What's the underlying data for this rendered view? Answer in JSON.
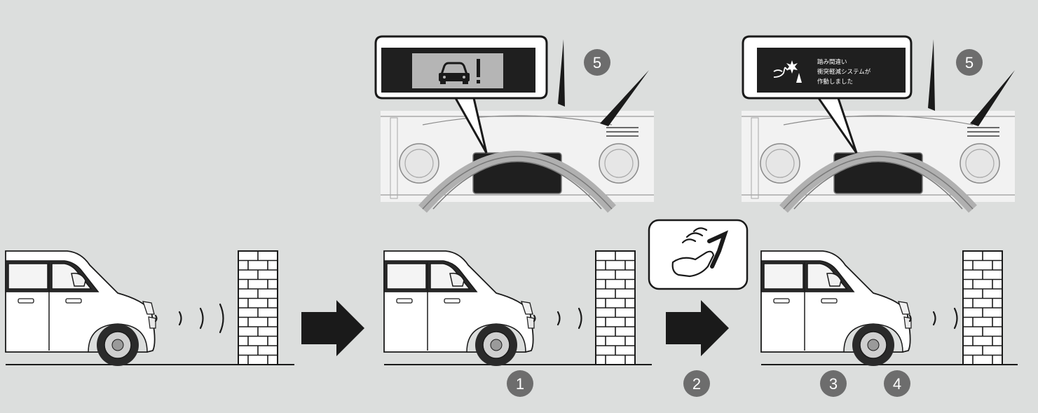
{
  "colors": {
    "background": "#dcdedd",
    "badge": "#6d6d6d",
    "badge_text": "#ffffff",
    "ink": "#1a1a1a",
    "screen": "#1f1f1f",
    "warning_panel": "#b5b5b5"
  },
  "badges": {
    "step1": "1",
    "step2": "2",
    "step3": "3",
    "step4": "4",
    "step5_left": "5",
    "step5_right": "5"
  },
  "message": {
    "line1": "踏み間違い",
    "line2": "衝突軽減システムが",
    "line3": "作動しました"
  },
  "icons": {
    "warning": "car-exclamation-icon",
    "pedal": "accelerator-press-icon",
    "system": "collision-mitigation-icon",
    "arrow": "right-arrow-icon"
  }
}
